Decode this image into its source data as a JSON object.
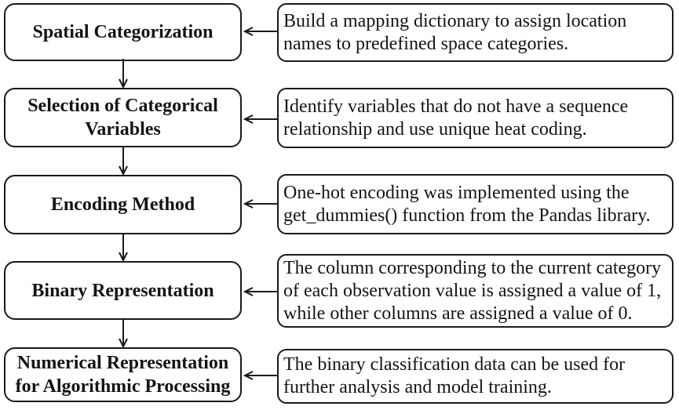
{
  "colors": {
    "line": "#1a1a1a",
    "text": "#141414",
    "box-fill": "#ffffff",
    "page-bg": "#ffffff"
  },
  "flowchart": {
    "steps": [
      {
        "label": "Spatial Categorization",
        "description": "Build a mapping dictionary to assign location names to predefined space categories."
      },
      {
        "label": "Selection of Categorical Variables",
        "description": "Identify variables that do not have a sequence relationship and use unique heat coding."
      },
      {
        "label": "Encoding Method",
        "description": "One-hot encoding was implemented using the get_dummies() function from the Pandas library."
      },
      {
        "label": "Binary Representation",
        "description": "The column corresponding to the current category of each observation value is assigned a value of 1, while other columns are assigned a value of 0."
      },
      {
        "label": "Numerical Representation for Algorithmic Processing",
        "description": "The binary classification data can be used for further analysis and model training."
      }
    ]
  }
}
